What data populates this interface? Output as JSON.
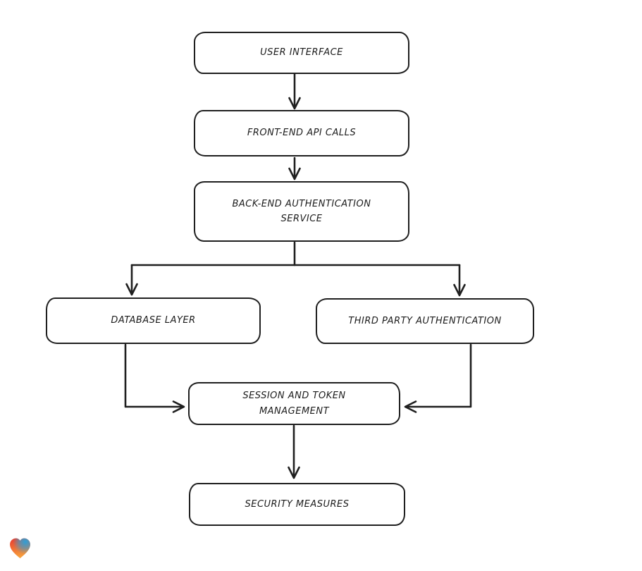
{
  "diagram": {
    "type": "flowchart",
    "style": "hand-drawn",
    "colors": {
      "background": "#ffffff",
      "node_fill": "#ffffff",
      "stroke": "#1f1f1f",
      "text": "#1c1c1c"
    },
    "nodes": [
      {
        "id": "user-interface",
        "label": "USER INTERFACE"
      },
      {
        "id": "front-end-api-calls",
        "label": "FRONT-END API CALLS"
      },
      {
        "id": "back-end-authentication-service",
        "label": "BACK-END AUTHENTICATION SERVICE"
      },
      {
        "id": "database-layer",
        "label": "DATABASE LAYER"
      },
      {
        "id": "third-party-authentication",
        "label": "THIRD PARTY AUTHENTICATION"
      },
      {
        "id": "session-and-token-management",
        "label": "SESSION AND TOKEN MANAGEMENT"
      },
      {
        "id": "security-measures",
        "label": "SECURITY MEASURES"
      }
    ],
    "edges": [
      {
        "from": "user-interface",
        "to": "front-end-api-calls"
      },
      {
        "from": "front-end-api-calls",
        "to": "back-end-authentication-service"
      },
      {
        "from": "back-end-authentication-service",
        "to": "database-layer"
      },
      {
        "from": "back-end-authentication-service",
        "to": "third-party-authentication"
      },
      {
        "from": "database-layer",
        "to": "session-and-token-management"
      },
      {
        "from": "third-party-authentication",
        "to": "session-and-token-management"
      },
      {
        "from": "session-and-token-management",
        "to": "security-measures"
      }
    ]
  },
  "branding": {
    "logo": "heart-gradient-logo",
    "colors": {
      "red": "#e8392e",
      "orange": "#f7a03c",
      "blue": "#2f9fd6"
    }
  }
}
